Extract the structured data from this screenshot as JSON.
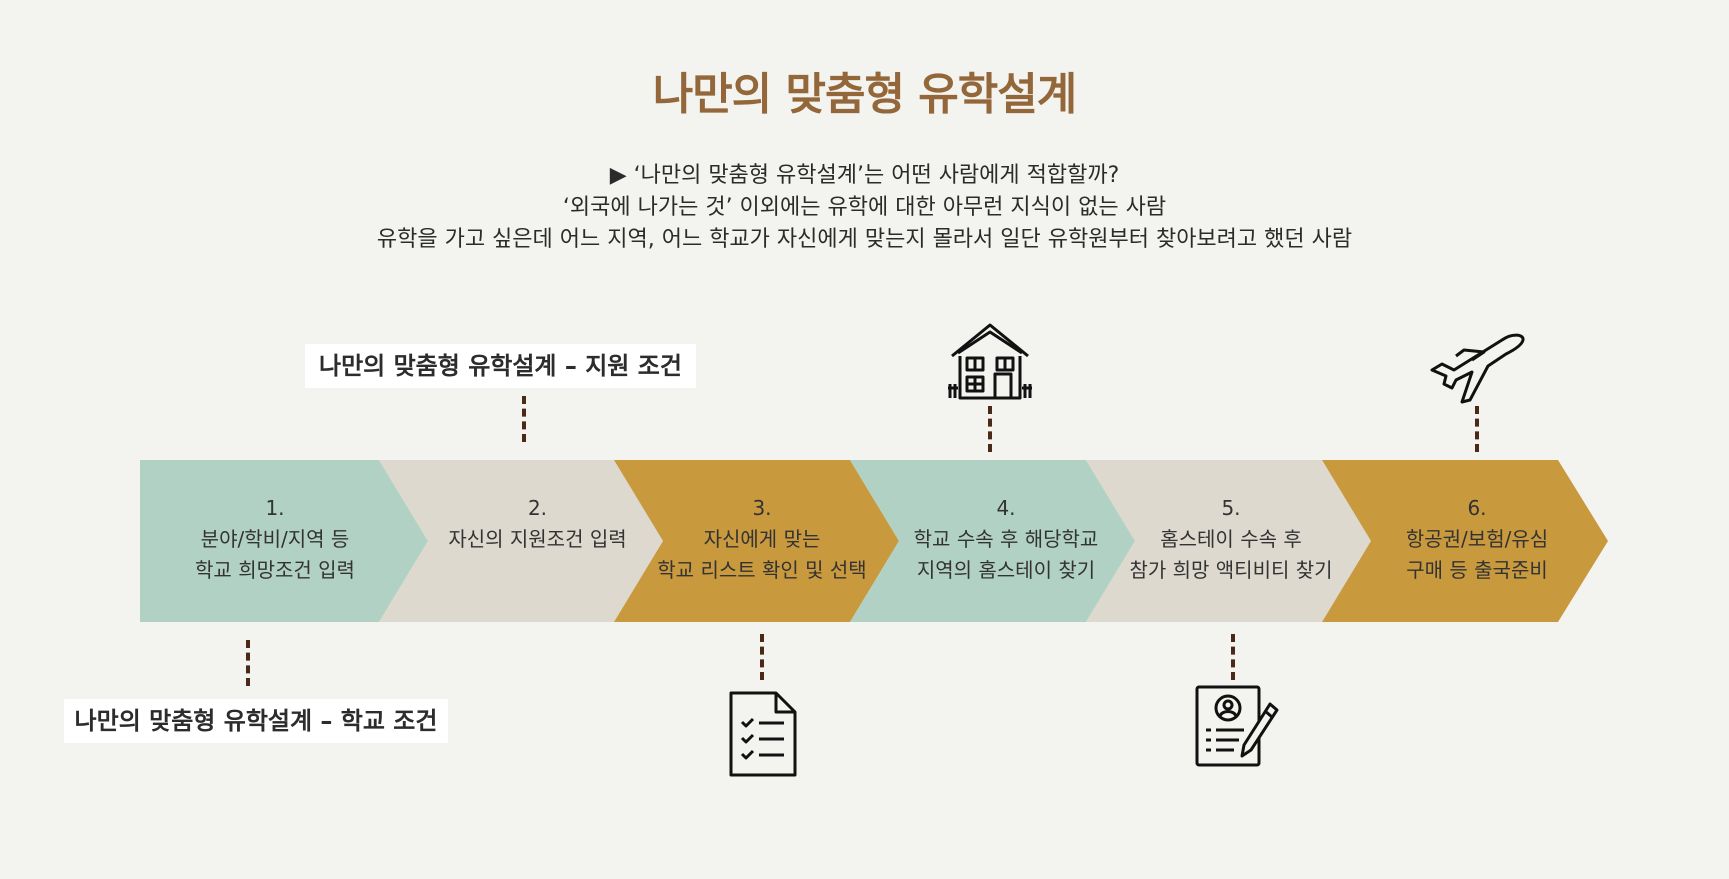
{
  "title": "나만의 맞춤형 유학설계",
  "intro": {
    "line1": "▶ ‘나만의 맞춤형 유학설계’는 어떤 사람에게 적합할까?",
    "line2": "‘외국에 나가는 것’ 이외에는 유학에 대한 아무런 지식이 없는 사람",
    "line3": "유학을 가고 싶은데 어느 지역, 어느 학교가 자신에게 맞는지 몰라서 일단 유학원부터 찾아보려고 했던 사람"
  },
  "labels": {
    "top": "나만의 맞춤형 유학설계 – 지원 조건",
    "bottom": "나만의 맞춤형 유학설계 – 학교 조건"
  },
  "steps": [
    {
      "num": "1.",
      "line1": "분야/학비/지역 등",
      "line2": "학교 희망조건 입력",
      "color": "#b2d1c5"
    },
    {
      "num": "2.",
      "line1": "자신의 지원조건 입력",
      "line2": "",
      "color": "#ddd9ce"
    },
    {
      "num": "3.",
      "line1": "자신에게 맞는",
      "line2": "학교 리스트 확인 및 선택",
      "color": "#c9993e"
    },
    {
      "num": "4.",
      "line1": "학교 수속 후 해당학교",
      "line2": "지역의 홈스테이 찾기",
      "color": "#b2d1c5"
    },
    {
      "num": "5.",
      "line1": "홈스테이 수속 후",
      "line2": "참가 희망 액티비티 찾기",
      "color": "#ddd9ce"
    },
    {
      "num": "6.",
      "line1": "항공권/보험/유심",
      "line2": "구매 등 출국준비",
      "color": "#c9993e"
    }
  ],
  "icons": [
    "house-icon",
    "airplane-icon",
    "checklist-icon",
    "profile-form-icon"
  ]
}
